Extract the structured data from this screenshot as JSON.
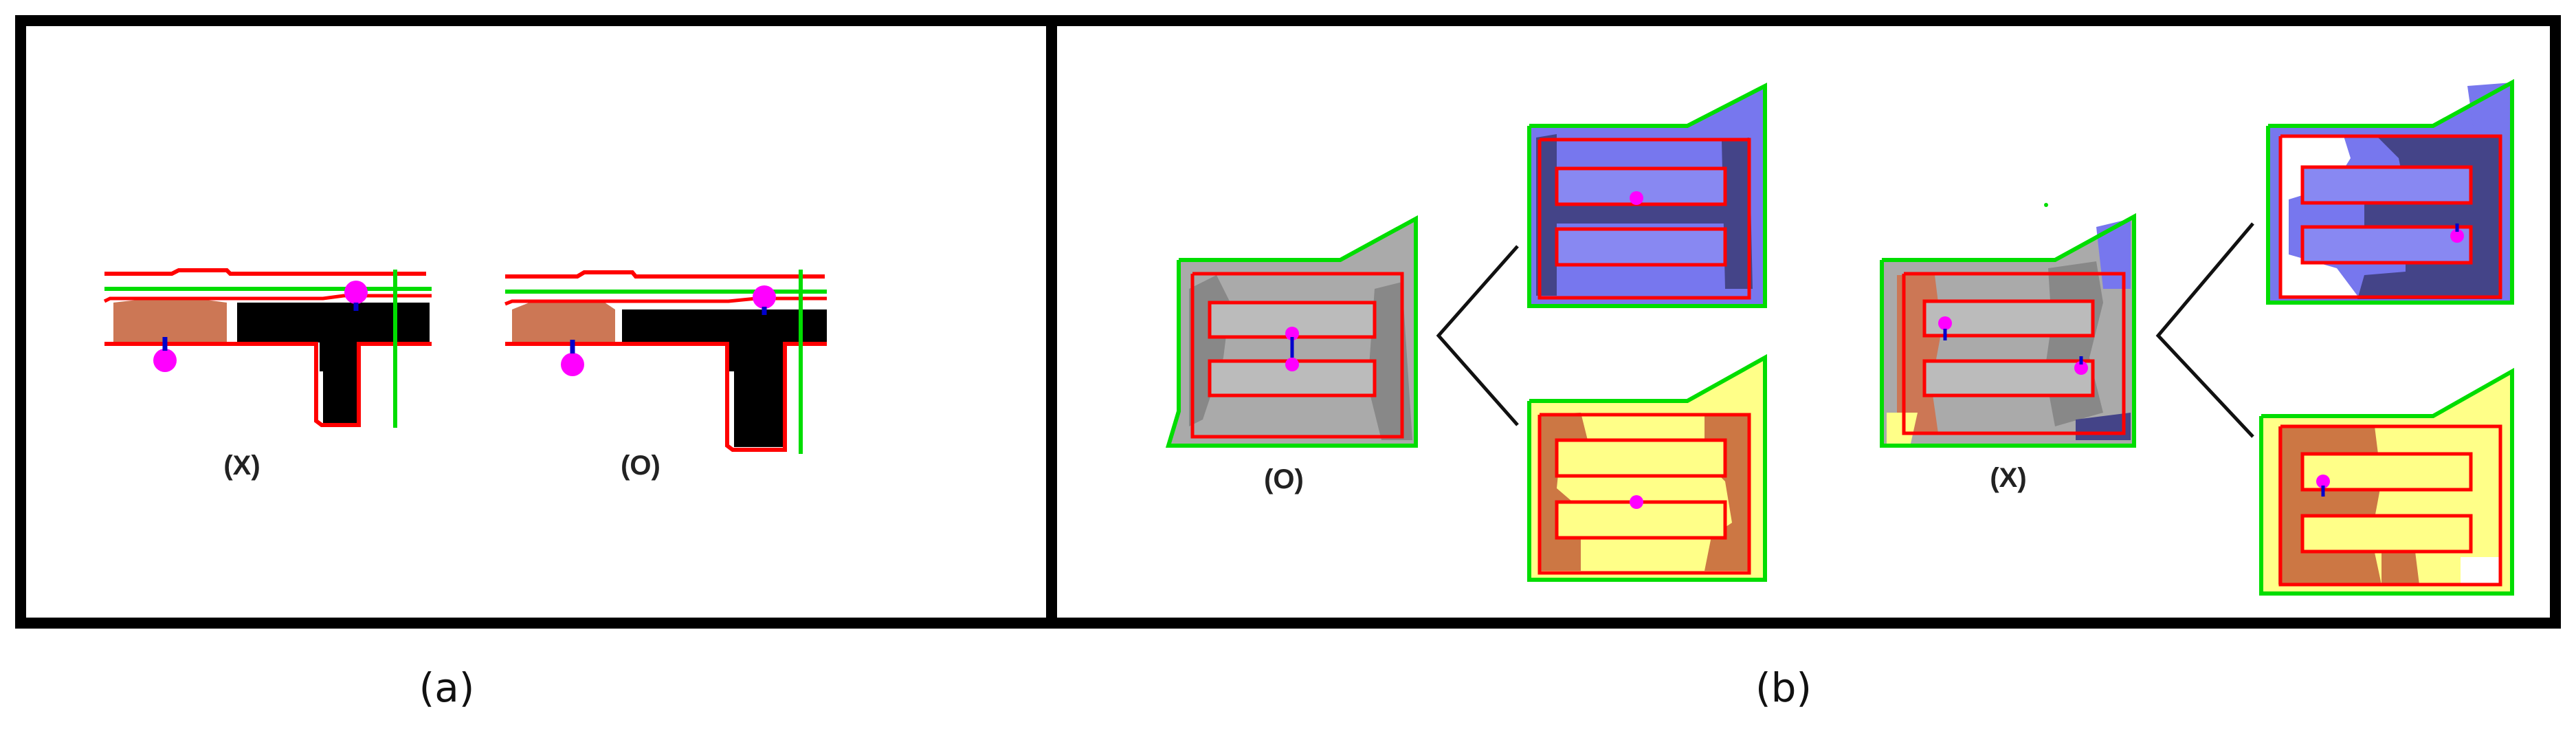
{
  "panels": {
    "a": {
      "caption": "(a)",
      "left_label": "(X)",
      "right_label": "(O)"
    },
    "b": {
      "caption": "(b)",
      "left_label": "(O)",
      "right_label": "(X)"
    }
  },
  "colors": {
    "frame": "#000000",
    "boundary_red": "#ff0000",
    "boundary_green": "#00dd00",
    "marker_magenta": "#ff00ff",
    "marker_blue": "#0000cc",
    "region_brown": "#cc7755",
    "region_purple": "#7777ee",
    "region_navy": "#444488",
    "region_yellow": "#ffff88",
    "region_orange": "#cc7744",
    "region_gray": "#aaaaaa",
    "region_darkgray": "#888888"
  }
}
